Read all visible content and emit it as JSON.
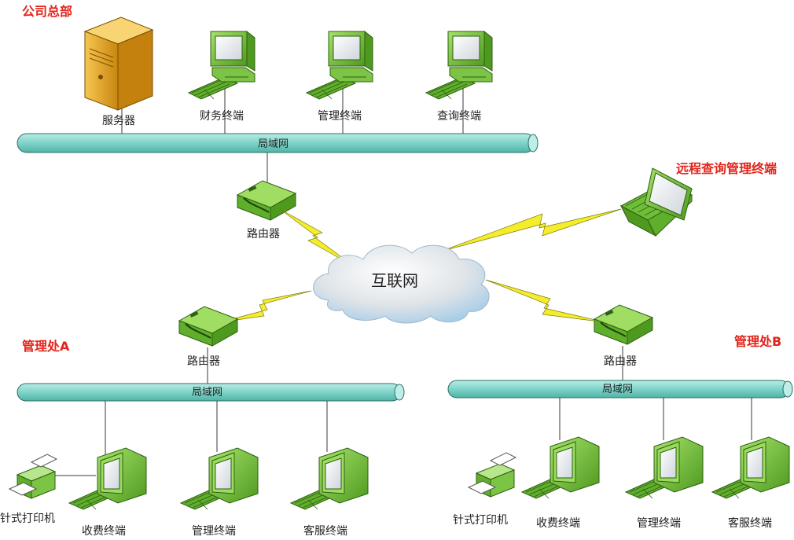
{
  "sites": {
    "hq": "公司总部",
    "office_a": "管理处A",
    "office_b": "管理处B",
    "remote": "远程查询管理终端"
  },
  "hq": {
    "server": "服务器",
    "finance": "财务终端",
    "management": "管理终端",
    "query": "查询终端",
    "lan": "局域网",
    "router": "路由器"
  },
  "internet": "互联网",
  "office_a": {
    "router": "路由器",
    "lan": "局域网",
    "printer": "针式打印机",
    "billing": "收费终端",
    "management": "管理终端",
    "service": "客服终端"
  },
  "office_b": {
    "router": "路由器",
    "lan": "局域网",
    "printer": "针式打印机",
    "billing": "收费终端",
    "management": "管理终端",
    "service": "客服终端"
  },
  "colors": {
    "site_label": "#e3241b",
    "lan_bus": "#7fd3c8",
    "device_green": "#77c043",
    "lightning": "#f5ec2b",
    "server_orange": "#e6a21e",
    "cloud": "#dfe6ec"
  }
}
